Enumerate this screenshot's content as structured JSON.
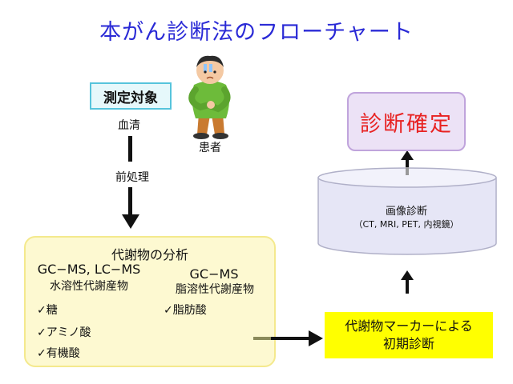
{
  "title": "本がん診断法のフローチャート",
  "target": {
    "label": "測定対象",
    "sample": "血清",
    "patient": "患者"
  },
  "preprocessing": "前処理",
  "analysis": {
    "title": "代謝物の分析",
    "left_method": "GC−MS, LC−MS",
    "left_class": "水溶性代謝産物",
    "left_items": [
      "糖",
      "アミノ酸",
      "有機酸"
    ],
    "right_method": "GC−MS",
    "right_class": "脂溶性代謝産物",
    "right_items": [
      "脂肪酸"
    ],
    "check_mark": "✓"
  },
  "marker_box": {
    "line1": "代謝物マーカーによる",
    "line2": "初期診断"
  },
  "imaging": {
    "title": "画像診断",
    "modalities": "（CT, MRI, PET, 内視鏡）"
  },
  "final_diagnosis": "診断確定",
  "colors": {
    "title": "#2a2ad6",
    "target_border": "#56c4dc",
    "analysis_fill": "#fdf9d1",
    "marker_fill": "#ffff00",
    "diagnosis_text": "#e82222",
    "diagnosis_fill": "#ece2f6",
    "cylinder_fill": "#e6e6f6"
  },
  "icons": [
    "patient-illustration",
    "down-arrow",
    "right-arrow",
    "up-arrow",
    "cylinder-shape"
  ]
}
